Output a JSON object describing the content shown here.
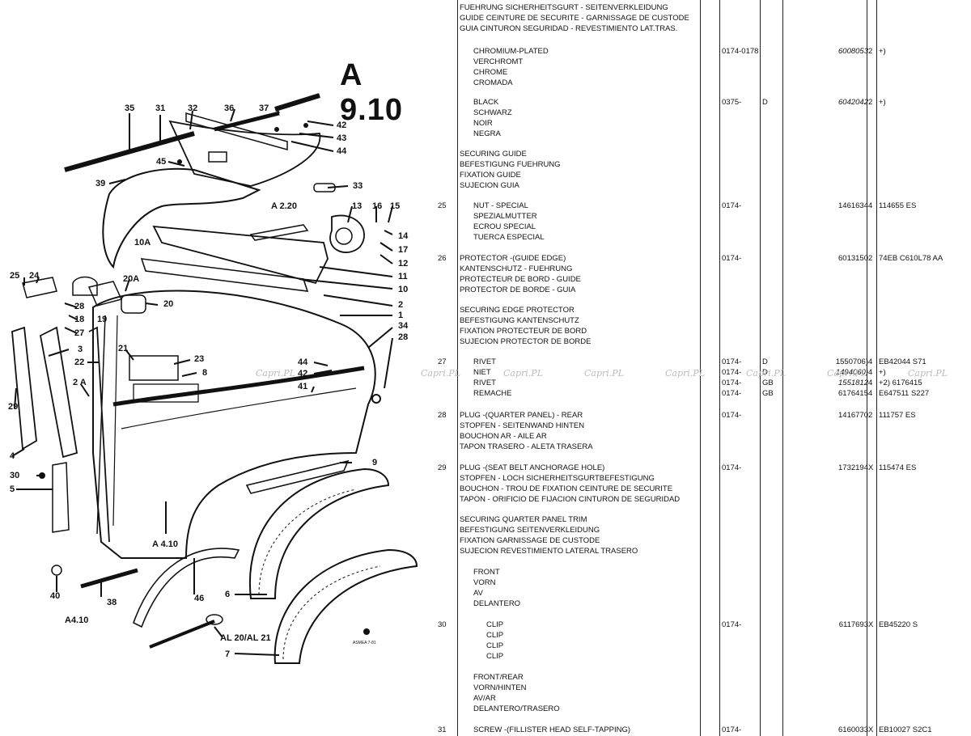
{
  "page_title": "A 9.10",
  "callouts": {
    "c35": "35",
    "c31": "31",
    "c32": "32",
    "c36": "36",
    "c37": "37",
    "c42a": "42",
    "c43": "43",
    "c44a": "44",
    "c45": "45",
    "c39": "39",
    "c33": "33",
    "ca2": "A 2.20",
    "c13": "13",
    "c16": "16",
    "c15": "15",
    "c14": "14",
    "c17": "17",
    "c12": "12",
    "c10a": "10A",
    "c11": "11",
    "c10": "10",
    "c25": "25",
    "c24": "24",
    "c20a": "20A",
    "c20": "20",
    "c28a": "28",
    "c18": "18",
    "c19": "19",
    "c27": "27",
    "c3": "3",
    "c2": "2",
    "c1": "1",
    "c34": "34",
    "c28b": "28",
    "c22": "22",
    "c21": "21",
    "c23": "23",
    "c8": "8",
    "c44b": "44",
    "c42b": "42",
    "c41": "41",
    "c2a": "2 A",
    "c29": "29",
    "c4": "4",
    "c30": "30",
    "c5": "5",
    "c9": "9",
    "ca4": "A 4.10",
    "c40": "40",
    "c38": "38",
    "ca4b": "A4.10",
    "c46": "46",
    "c6": "6",
    "cal": "AL 20/AL 21",
    "c7": "7",
    "cstamp": "ASMEA 7-81"
  },
  "watermark": "Capri.PL",
  "rows": [
    {
      "ref": "",
      "desc": "FUEHRUNG SICHERHEITSGURT - SEITENVERKLEIDUNG",
      "indent": 0,
      "date": "",
      "code": "",
      "part": "",
      "qty": "",
      "rem": ""
    },
    {
      "ref": "",
      "desc": "GUIDE CEINTURE DE SECURITE - GARNISSAGE DE CUSTODE",
      "indent": 0,
      "date": "",
      "code": "",
      "part": "",
      "qty": "",
      "rem": ""
    },
    {
      "ref": "",
      "desc": "GUIA CINTURON SEGURIDAD - REVESTIMIENTO LAT.TRAS.",
      "indent": 0,
      "date": "",
      "code": "",
      "part": "",
      "qty": "",
      "rem": ""
    },
    {
      "ref": "",
      "desc": "CHROMIUM-PLATED",
      "indent": 1,
      "date": "0174-0178",
      "code": "",
      "part": "6008053",
      "qty": "2",
      "rem": "+)"
    },
    {
      "ref": "",
      "desc": "VERCHROMT",
      "indent": 1,
      "date": "",
      "code": "",
      "part": "",
      "qty": "",
      "rem": ""
    },
    {
      "ref": "",
      "desc": "CHROME",
      "indent": 1,
      "date": "",
      "code": "",
      "part": "",
      "qty": "",
      "rem": ""
    },
    {
      "ref": "",
      "desc": "CROMADA",
      "indent": 1,
      "date": "",
      "code": "",
      "part": "",
      "qty": "",
      "rem": ""
    },
    {
      "ref": "",
      "desc": "BLACK",
      "indent": 1,
      "date": "0375-",
      "code": "D",
      "part": "6042042",
      "qty": "2",
      "rem": "+)"
    },
    {
      "ref": "",
      "desc": "SCHWARZ",
      "indent": 1,
      "date": "",
      "code": "",
      "part": "",
      "qty": "",
      "rem": ""
    },
    {
      "ref": "",
      "desc": "NOIR",
      "indent": 1,
      "date": "",
      "code": "",
      "part": "",
      "qty": "",
      "rem": ""
    },
    {
      "ref": "",
      "desc": "NEGRA",
      "indent": 1,
      "date": "",
      "code": "",
      "part": "",
      "qty": "",
      "rem": ""
    },
    {
      "ref": "",
      "desc": "SECURING GUIDE",
      "indent": 0,
      "date": "",
      "code": "",
      "part": "",
      "qty": "",
      "rem": ""
    },
    {
      "ref": "",
      "desc": "BEFESTIGUNG FUEHRUNG",
      "indent": 0,
      "date": "",
      "code": "",
      "part": "",
      "qty": "",
      "rem": ""
    },
    {
      "ref": "",
      "desc": "FIXATION GUIDE",
      "indent": 0,
      "date": "",
      "code": "",
      "part": "",
      "qty": "",
      "rem": ""
    },
    {
      "ref": "",
      "desc": "SUJECION GUIA",
      "indent": 0,
      "date": "",
      "code": "",
      "part": "",
      "qty": "",
      "rem": ""
    },
    {
      "ref": "25",
      "desc": "NUT - SPECIAL",
      "indent": 1,
      "date": "0174-",
      "code": "",
      "part": "1461634",
      "qty": "4",
      "rem": "114655 ES"
    },
    {
      "ref": "",
      "desc": "SPEZIALMUTTER",
      "indent": 1,
      "date": "",
      "code": "",
      "part": "",
      "qty": "",
      "rem": ""
    },
    {
      "ref": "",
      "desc": "ECROU SPECIAL",
      "indent": 1,
      "date": "",
      "code": "",
      "part": "",
      "qty": "",
      "rem": ""
    },
    {
      "ref": "",
      "desc": "TUERCA ESPECIAL",
      "indent": 1,
      "date": "",
      "code": "",
      "part": "",
      "qty": "",
      "rem": ""
    },
    {
      "ref": "26",
      "desc": "PROTECTOR -(GUIDE EDGE)",
      "indent": 0,
      "date": "0174-",
      "code": "",
      "part": "6013150",
      "qty": "2",
      "rem": "74EB C610L78 AA"
    },
    {
      "ref": "",
      "desc": "KANTENSCHUTZ - FUEHRUNG",
      "indent": 0,
      "date": "",
      "code": "",
      "part": "",
      "qty": "",
      "rem": ""
    },
    {
      "ref": "",
      "desc": "PROTECTEUR DE BORD - GUIDE",
      "indent": 0,
      "date": "",
      "code": "",
      "part": "",
      "qty": "",
      "rem": ""
    },
    {
      "ref": "",
      "desc": "PROTECTOR DE BORDE - GUIA",
      "indent": 0,
      "date": "",
      "code": "",
      "part": "",
      "qty": "",
      "rem": ""
    },
    {
      "ref": "",
      "desc": "SECURING EDGE PROTECTOR",
      "indent": 0,
      "date": "",
      "code": "",
      "part": "",
      "qty": "",
      "rem": ""
    },
    {
      "ref": "",
      "desc": "BEFESTIGUNG KANTENSCHUTZ",
      "indent": 0,
      "date": "",
      "code": "",
      "part": "",
      "qty": "",
      "rem": ""
    },
    {
      "ref": "",
      "desc": "FIXATION PROTECTEUR DE BORD",
      "indent": 0,
      "date": "",
      "code": "",
      "part": "",
      "qty": "",
      "rem": ""
    },
    {
      "ref": "",
      "desc": "SUJECION PROTECTOR DE BORDE",
      "indent": 0,
      "date": "",
      "code": "",
      "part": "",
      "qty": "",
      "rem": ""
    },
    {
      "ref": "27",
      "desc": "RIVET",
      "indent": 1,
      "date": "0174-",
      "code": "D",
      "part": "1550706)",
      "qty": "4",
      "rem": "EB42044 S71"
    },
    {
      "ref": "",
      "desc": "NIET",
      "indent": 1,
      "date": "0174-",
      "code": "D",
      "part": "1494060)",
      "qty": "4",
      "rem": "+)"
    },
    {
      "ref": "",
      "desc": "RIVET",
      "indent": 1,
      "date": "0174-",
      "code": "GB",
      "part": "1551812",
      "qty": "4",
      "rem": "+2) 6176415"
    },
    {
      "ref": "",
      "desc": "REMACHE",
      "indent": 1,
      "date": "0174-",
      "code": "GB",
      "part": "6176415",
      "qty": "4",
      "rem": "E647511 S227"
    },
    {
      "ref": "28",
      "desc": "PLUG -(QUARTER PANEL) - REAR",
      "indent": 0,
      "date": "0174-",
      "code": "",
      "part": "1416770",
      "qty": "2",
      "rem": "111757 ES"
    },
    {
      "ref": "",
      "desc": "STOPFEN - SEITENWAND HINTEN",
      "indent": 0,
      "date": "",
      "code": "",
      "part": "",
      "qty": "",
      "rem": ""
    },
    {
      "ref": "",
      "desc": "BOUCHON AR - AILE AR",
      "indent": 0,
      "date": "",
      "code": "",
      "part": "",
      "qty": "",
      "rem": ""
    },
    {
      "ref": "",
      "desc": "TAPON TRASERO - ALETA TRASERA",
      "indent": 0,
      "date": "",
      "code": "",
      "part": "",
      "qty": "",
      "rem": ""
    },
    {
      "ref": "29",
      "desc": "PLUG -(SEAT BELT ANCHORAGE HOLE)",
      "indent": 0,
      "date": "0174-",
      "code": "",
      "part": "1732194",
      "qty": "X",
      "rem": "115474 ES"
    },
    {
      "ref": "",
      "desc": "STOPFEN - LOCH SICHERHEITSGURTBEFESTIGUNG",
      "indent": 0,
      "date": "",
      "code": "",
      "part": "",
      "qty": "",
      "rem": ""
    },
    {
      "ref": "",
      "desc": "BOUCHON - TROU DE FIXATION CEINTURE DE SECURITE",
      "indent": 0,
      "date": "",
      "code": "",
      "part": "",
      "qty": "",
      "rem": ""
    },
    {
      "ref": "",
      "desc": "TAPON - ORIFICIO DE FIJACION CINTURON DE SEGURIDAD",
      "indent": 0,
      "date": "",
      "code": "",
      "part": "",
      "qty": "",
      "rem": ""
    },
    {
      "ref": "",
      "desc": "SECURING QUARTER PANEL TRIM",
      "indent": 0,
      "date": "",
      "code": "",
      "part": "",
      "qty": "",
      "rem": ""
    },
    {
      "ref": "",
      "desc": "BEFESTIGUNG SEITENVERKLEIDUNG",
      "indent": 0,
      "date": "",
      "code": "",
      "part": "",
      "qty": "",
      "rem": ""
    },
    {
      "ref": "",
      "desc": "FIXATION GARNISSAGE DE CUSTODE",
      "indent": 0,
      "date": "",
      "code": "",
      "part": "",
      "qty": "",
      "rem": ""
    },
    {
      "ref": "",
      "desc": "SUJECION REVESTIMIENTO LATERAL TRASERO",
      "indent": 0,
      "date": "",
      "code": "",
      "part": "",
      "qty": "",
      "rem": ""
    },
    {
      "ref": "",
      "desc": "FRONT",
      "indent": 1,
      "date": "",
      "code": "",
      "part": "",
      "qty": "",
      "rem": ""
    },
    {
      "ref": "",
      "desc": "VORN",
      "indent": 1,
      "date": "",
      "code": "",
      "part": "",
      "qty": "",
      "rem": ""
    },
    {
      "ref": "",
      "desc": "AV",
      "indent": 1,
      "date": "",
      "code": "",
      "part": "",
      "qty": "",
      "rem": ""
    },
    {
      "ref": "",
      "desc": "DELANTERO",
      "indent": 1,
      "date": "",
      "code": "",
      "part": "",
      "qty": "",
      "rem": ""
    },
    {
      "ref": "30",
      "desc": "CLIP",
      "indent": 2,
      "date": "0174-",
      "code": "",
      "part": "6117693",
      "qty": "X",
      "rem": "EB45220 S"
    },
    {
      "ref": "",
      "desc": "CLIP",
      "indent": 2,
      "date": "",
      "code": "",
      "part": "",
      "qty": "",
      "rem": ""
    },
    {
      "ref": "",
      "desc": "CLIP",
      "indent": 2,
      "date": "",
      "code": "",
      "part": "",
      "qty": "",
      "rem": ""
    },
    {
      "ref": "",
      "desc": "CLIP",
      "indent": 2,
      "date": "",
      "code": "",
      "part": "",
      "qty": "",
      "rem": ""
    },
    {
      "ref": "",
      "desc": "FRONT/REAR",
      "indent": 1,
      "date": "",
      "code": "",
      "part": "",
      "qty": "",
      "rem": ""
    },
    {
      "ref": "",
      "desc": "VORN/HINTEN",
      "indent": 1,
      "date": "",
      "code": "",
      "part": "",
      "qty": "",
      "rem": ""
    },
    {
      "ref": "",
      "desc": "AV/AR",
      "indent": 1,
      "date": "",
      "code": "",
      "part": "",
      "qty": "",
      "rem": ""
    },
    {
      "ref": "",
      "desc": "DELANTERO/TRASERO",
      "indent": 1,
      "date": "",
      "code": "",
      "part": "",
      "qty": "",
      "rem": ""
    },
    {
      "ref": "31",
      "desc": "SCREW -(FILLISTER HEAD SELF-TAPPING)",
      "indent": 1,
      "date": "0174-",
      "code": "",
      "part": "6160033",
      "qty": "X",
      "rem": "EB10027 S2C1"
    }
  ]
}
